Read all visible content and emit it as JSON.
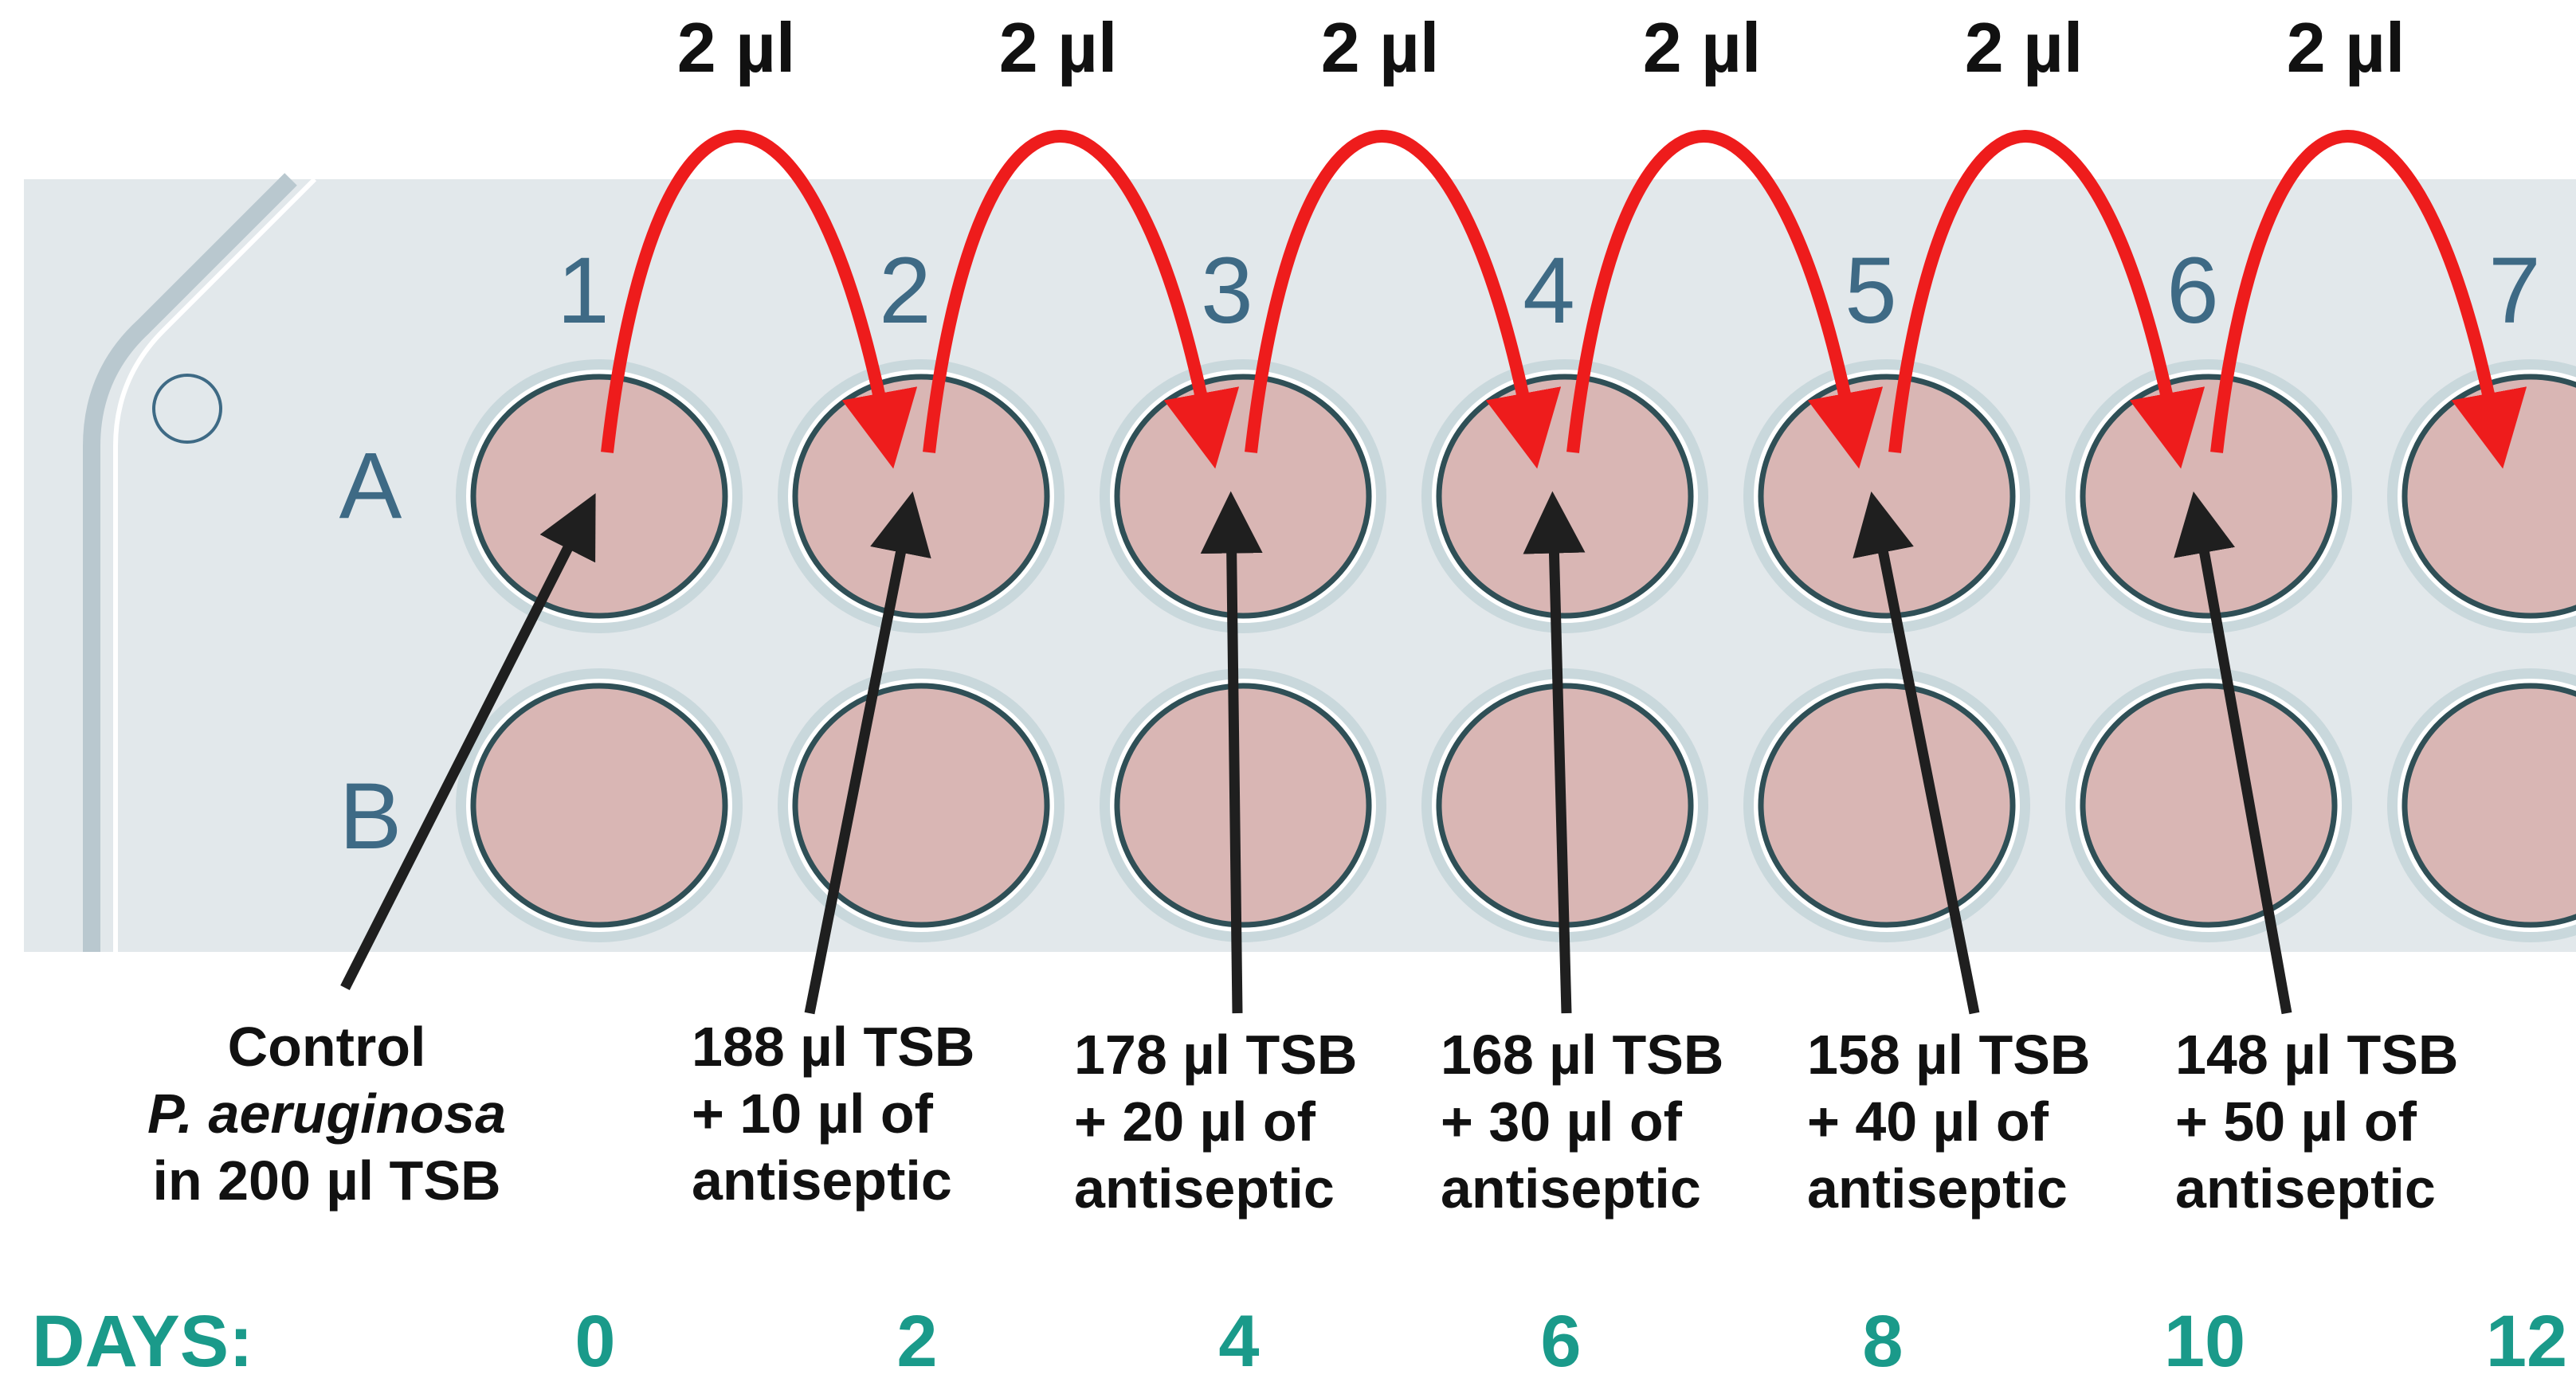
{
  "transfer_label": "2 µl",
  "columns": [
    "1",
    "2",
    "3",
    "4",
    "5",
    "6",
    "7"
  ],
  "rows": [
    "A",
    "B"
  ],
  "descriptions": [
    {
      "lines": [
        "Control",
        "P. aeruginosa",
        "in 200 µl TSB"
      ],
      "italic_line": 1
    },
    {
      "lines": [
        "188 µl TSB",
        "+ 10 µl of",
        "antiseptic"
      ]
    },
    {
      "lines": [
        "178 µl TSB",
        "+ 20 µl of",
        "antiseptic"
      ]
    },
    {
      "lines": [
        "168 µl TSB",
        "+ 30 µl of",
        "antiseptic"
      ]
    },
    {
      "lines": [
        "158 µl TSB",
        "+ 40 µl of",
        "antiseptic"
      ]
    },
    {
      "lines": [
        "148 µl TSB",
        "+ 50 µl of",
        "antiseptic"
      ]
    }
  ],
  "days_label": "DAYS:",
  "days": [
    "0",
    "2",
    "4",
    "6",
    "8",
    "10",
    "12"
  ],
  "colors": {
    "plate": "#e2e8eb",
    "plate_frame": "#b9c8cf",
    "well_fill": "#d9b6b4",
    "well_rim": "#2f4f56",
    "well_halo": "#c3d3d8",
    "plate_label": "#3e6a85",
    "transfer_arrow": "#ee1c1c",
    "pointer_arrow": "#1f1f1f",
    "days_text": "#1a9a8a",
    "text": "#111111"
  }
}
